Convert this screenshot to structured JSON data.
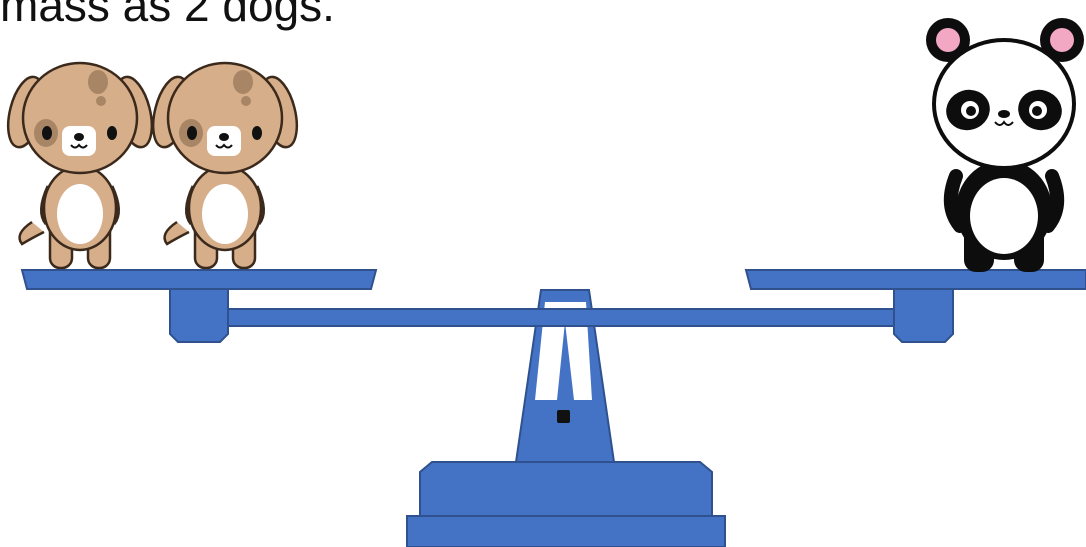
{
  "caption": "mass as 2 dogs.",
  "colors": {
    "scale": "#4472C4",
    "scale_stroke": "#2F528F",
    "dog_fur": "#D6AE8A",
    "dog_dark": "#A88565",
    "dog_belly": "#FFFFFF",
    "panda_black": "#0D0D0D",
    "panda_white": "#FFFFFF",
    "panda_ear_inner": "#F2A7C3"
  },
  "left_pan": {
    "items": [
      "dog",
      "dog"
    ]
  },
  "right_pan": {
    "items": [
      "panda"
    ]
  }
}
